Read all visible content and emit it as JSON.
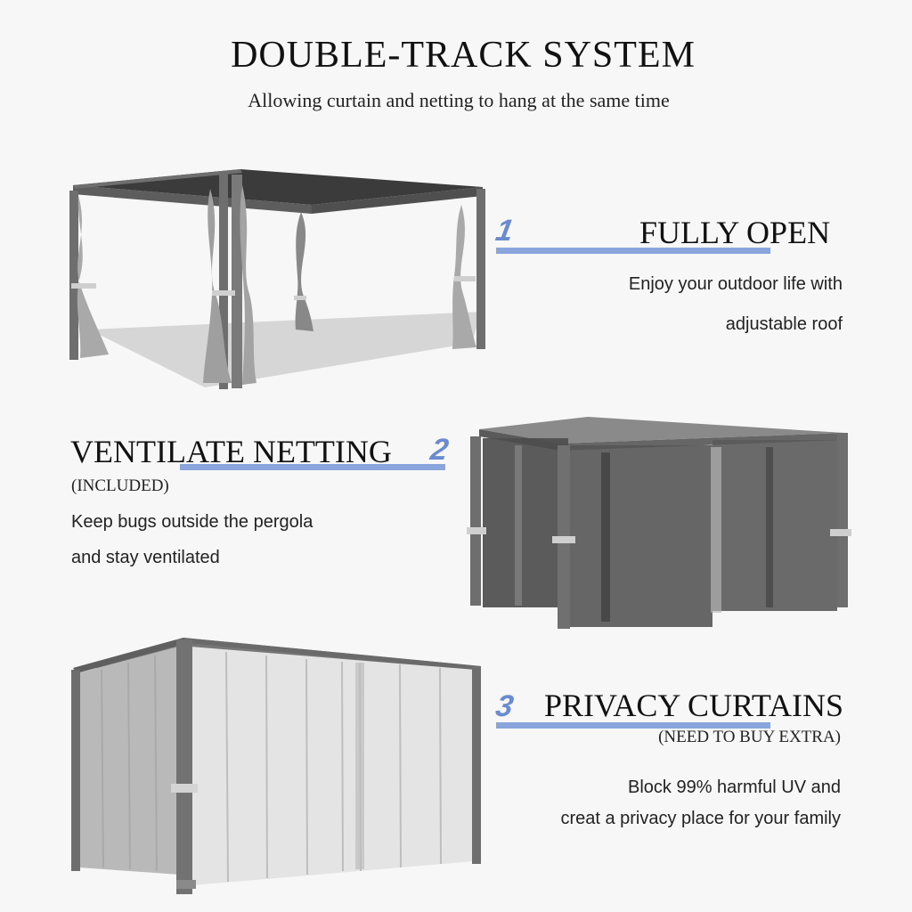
{
  "header": {
    "title": "DOUBLE-TRACK SYSTEM",
    "subtitle": "Allowing curtain and netting to hang at the same time"
  },
  "sections": [
    {
      "number": "1",
      "heading": "FULLY OPEN",
      "description": [
        "Enjoy your outdoor life with",
        "adjustable roof"
      ]
    },
    {
      "number": "2",
      "heading": "VENTILATE NETTING",
      "note": "(INCLUDED)",
      "description": [
        "Keep bugs outside the pergola",
        "and stay ventilated"
      ]
    },
    {
      "number": "3",
      "heading": "PRIVACY CURTAINS",
      "note": "(NEED TO BUY EXTRA)",
      "description": [
        "Block 99% harmful UV and",
        "creat a privacy place for your family"
      ]
    }
  ],
  "colors": {
    "accent": "#8aa4dc",
    "number": "#6b8bd0",
    "frame": "#6e6e6e",
    "background": "#f7f7f7"
  }
}
